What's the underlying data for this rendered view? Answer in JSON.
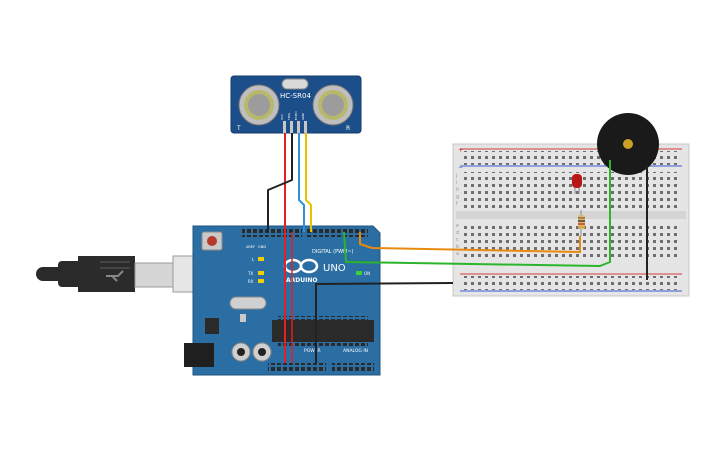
{
  "sensor": {
    "model": "HC-SR04",
    "pins": [
      "VCC",
      "TRIG",
      "ECHO",
      "GND"
    ],
    "corner_left": "T",
    "corner_right": "R"
  },
  "arduino": {
    "logo_text": "ARDUINO",
    "board_text": "UNO",
    "digital_label": "DIGITAL (PWM~)",
    "power_label": "POWER",
    "analog_label": "ANALOG IN",
    "on_label": "ON",
    "led_l": "L",
    "led_tx": "TX",
    "led_rx": "RX",
    "aref": "AREF",
    "gnd": "GND"
  },
  "breadboard": {
    "row_letters_top": [
      "j",
      "i",
      "h",
      "g",
      "f"
    ],
    "row_letters_bottom": [
      "e",
      "d",
      "c",
      "b",
      "a"
    ]
  },
  "colors": {
    "board": "#2b6ea3",
    "sensor_board": "#1c4f8a",
    "wire_red": "#e52020",
    "wire_black": "#222222",
    "wire_yellow": "#e8c400",
    "wire_blue": "#2f8fd8",
    "wire_orange": "#e88a10",
    "wire_green": "#2cb52c",
    "buzzer": "#1a1a1a",
    "led": "#b81818"
  }
}
